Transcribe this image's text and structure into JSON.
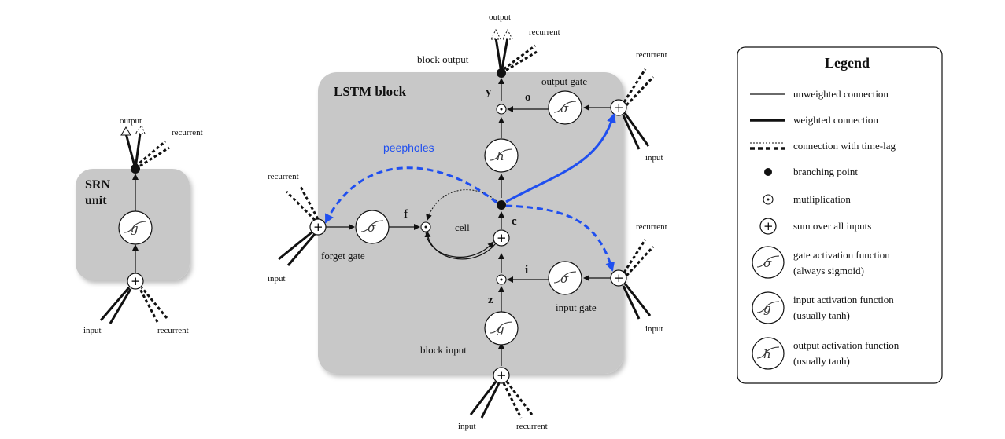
{
  "srn": {
    "title_line1": "SRN",
    "title_line2": "unit",
    "output": "output",
    "recurrent_top": "recurrent",
    "input": "input",
    "recurrent_bottom": "recurrent",
    "fn_g": "g"
  },
  "lstm": {
    "title": "LSTM block",
    "output": "output",
    "recurrent_top": "recurrent",
    "block_output": "block output",
    "output_gate": "output gate",
    "peepholes": "peepholes",
    "forget_gate": "forget gate",
    "input_gate": "input gate",
    "block_input": "block input",
    "cell": "cell",
    "var_y": "y",
    "var_o": "o",
    "var_f": "f",
    "var_c": "c",
    "var_i": "i",
    "var_z": "z",
    "recurrent_og": "recurrent",
    "input_og": "input",
    "recurrent_fg": "recurrent",
    "input_fg": "input",
    "recurrent_ig": "recurrent",
    "input_ig": "input",
    "input_bottom": "input",
    "recurrent_bottom": "recurrent",
    "fn_sigma": "σ",
    "fn_g": "g",
    "fn_h": "h"
  },
  "legend": {
    "title": "Legend",
    "items": [
      {
        "label": "unweighted connection"
      },
      {
        "label": "weighted connection"
      },
      {
        "label": "connection with time-lag"
      },
      {
        "label": "branching point"
      },
      {
        "label": "mutliplication"
      },
      {
        "label": "sum over all inputs"
      },
      {
        "label": "gate activation function",
        "sub": "(always sigmoid)",
        "symbol": "σ"
      },
      {
        "label": "input activation function",
        "sub": "(usually tanh)",
        "symbol": "g"
      },
      {
        "label": "output activation function",
        "sub": "(usually tanh)",
        "symbol": "h"
      }
    ]
  },
  "colors": {
    "peephole": "#1f4ff0",
    "block": "#c8c8c8"
  }
}
